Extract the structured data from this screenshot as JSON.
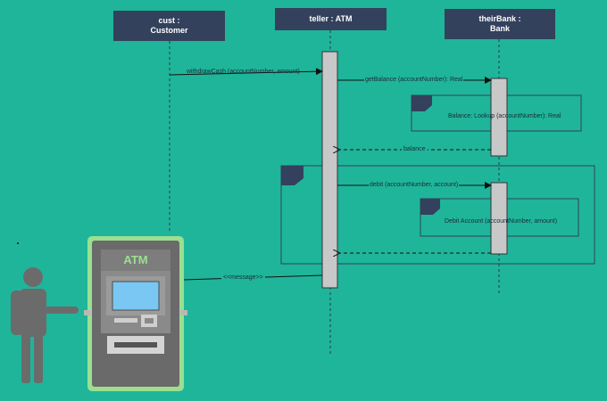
{
  "colors": {
    "background": "#1fb59a",
    "header": "#33415c",
    "activation": "#c8c8c8",
    "atm_body": "#6f6f6f",
    "atm_border": "#9ae08f",
    "atm_screen": "#79c7f2",
    "person": "#6b6b6b"
  },
  "lifelines": [
    {
      "line1": "cust :",
      "line2": "Customer"
    },
    {
      "line1": "teller : ATM",
      "line2": ""
    },
    {
      "line1": "theirBank :",
      "line2": "Bank"
    }
  ],
  "messages": {
    "withdraw": "withdrawCash (accountNumber, amount)",
    "get_balance": "getBalance (accountNumber): Real",
    "balance_lookup": "Balance: Lookup (accountNumber): Real",
    "balance": "balance",
    "debit": "debit (accountNumber, account)",
    "debit_account": "Debit Account (accountNumber, amount)",
    "message": "<<message>>"
  },
  "atm": {
    "label": "ATM"
  }
}
